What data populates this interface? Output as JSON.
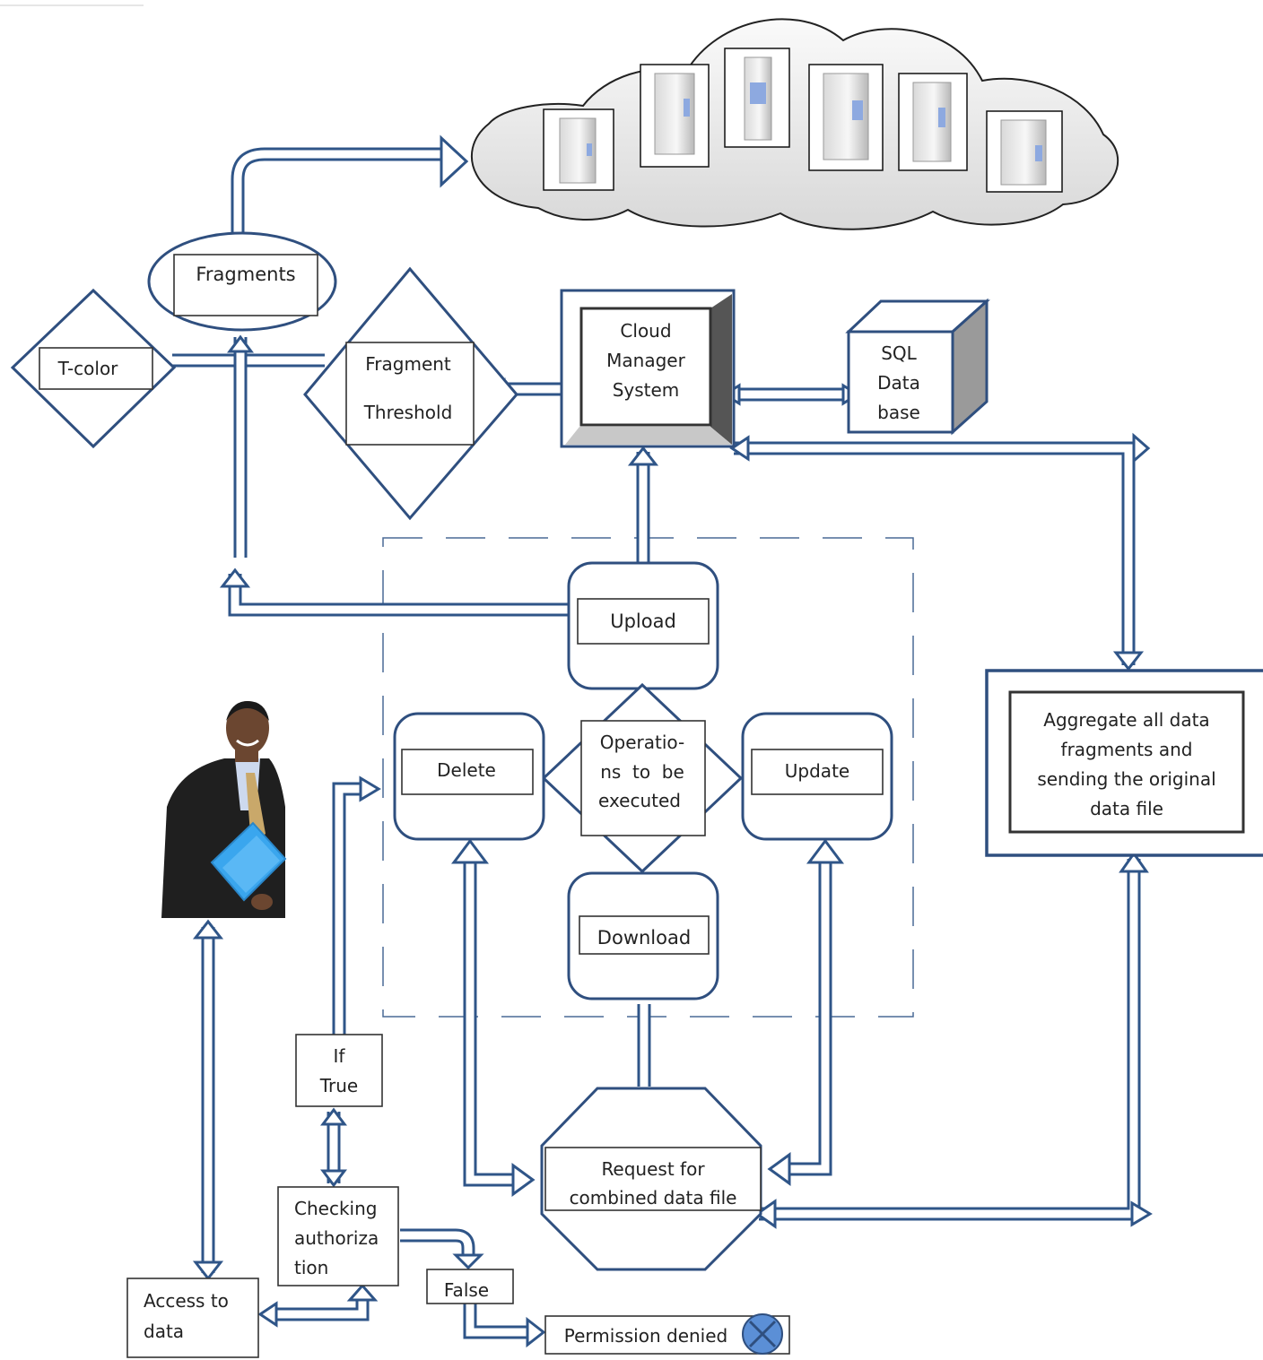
{
  "nodes": {
    "fragments": "Fragments",
    "t_color": "T-color",
    "fragment_threshold": [
      "Fragment",
      "Threshold"
    ],
    "cloud_manager": [
      "Cloud",
      "Manager",
      "System"
    ],
    "sql_db": [
      "SQL",
      "Data",
      "base"
    ],
    "upload": "Upload",
    "delete": "Delete",
    "update": "Update",
    "operations": [
      "Operatio-",
      "ns  to  be",
      "executed"
    ],
    "download": "Download",
    "aggregate": [
      "Aggregate all data",
      "fragments and",
      "sending the original",
      "data file"
    ],
    "if_true": [
      "If",
      "True"
    ],
    "request": [
      "Request for",
      "combined data file"
    ],
    "checking": [
      "Checking",
      "authoriza",
      "tion"
    ],
    "access": [
      "Access to",
      "data"
    ],
    "false": "False",
    "permission_denied": "Permission denied"
  },
  "icons": {
    "servers": [
      "server-icon",
      "server-icon",
      "server-icon",
      "server-icon",
      "server-icon",
      "server-icon"
    ],
    "user": "businessman-icon",
    "denied": "x-circle-icon"
  },
  "colors": {
    "line": "#2f5588",
    "denied_icon": "#5b8fd6"
  }
}
